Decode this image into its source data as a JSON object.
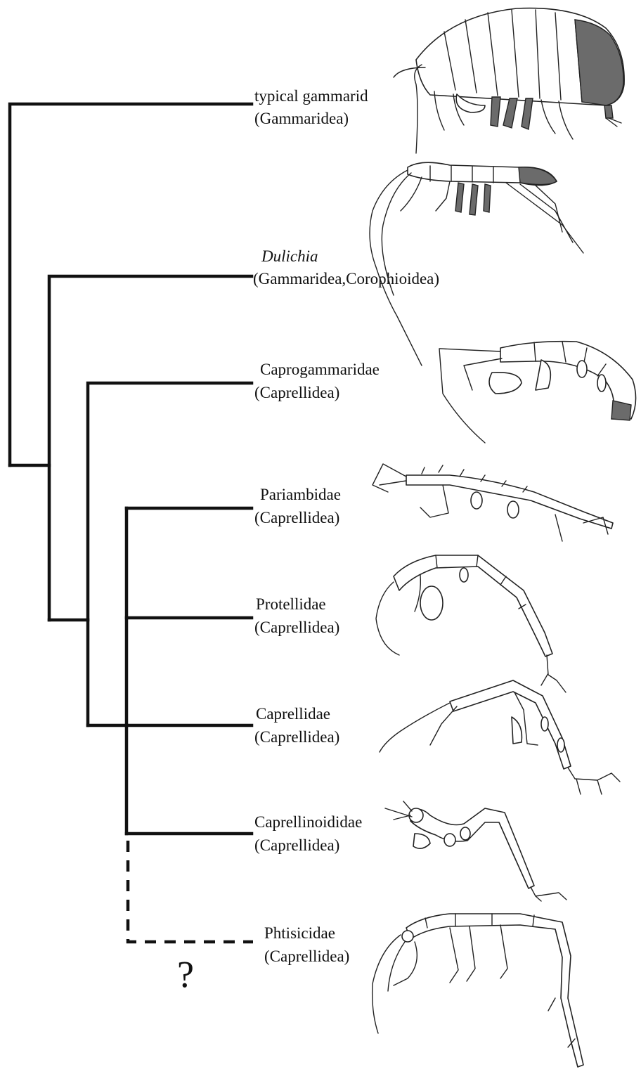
{
  "taxa": [
    {
      "name": "typical gammarid",
      "group": "(Gammaridea)",
      "italic": false
    },
    {
      "name": "Dulichia",
      "group": "(Gammaridea,Corophioidea)",
      "italic": true
    },
    {
      "name": "Caprogammaridae",
      "group": "(Caprellidea)",
      "italic": false
    },
    {
      "name": "Pariambidae",
      "group": "(Caprellidea)",
      "italic": false
    },
    {
      "name": "Protellidae",
      "group": "(Caprellidea)",
      "italic": false
    },
    {
      "name": "Caprellidae",
      "group": "(Caprellidea)",
      "italic": false
    },
    {
      "name": "Caprellinoididae",
      "group": "(Caprellidea)",
      "italic": false
    },
    {
      "name": "Phtisicidae",
      "group": "(Caprellidea)",
      "italic": false
    }
  ],
  "uncertain_mark": "?",
  "colors": {
    "line": "#111111",
    "shading": "#6b6b6b"
  }
}
